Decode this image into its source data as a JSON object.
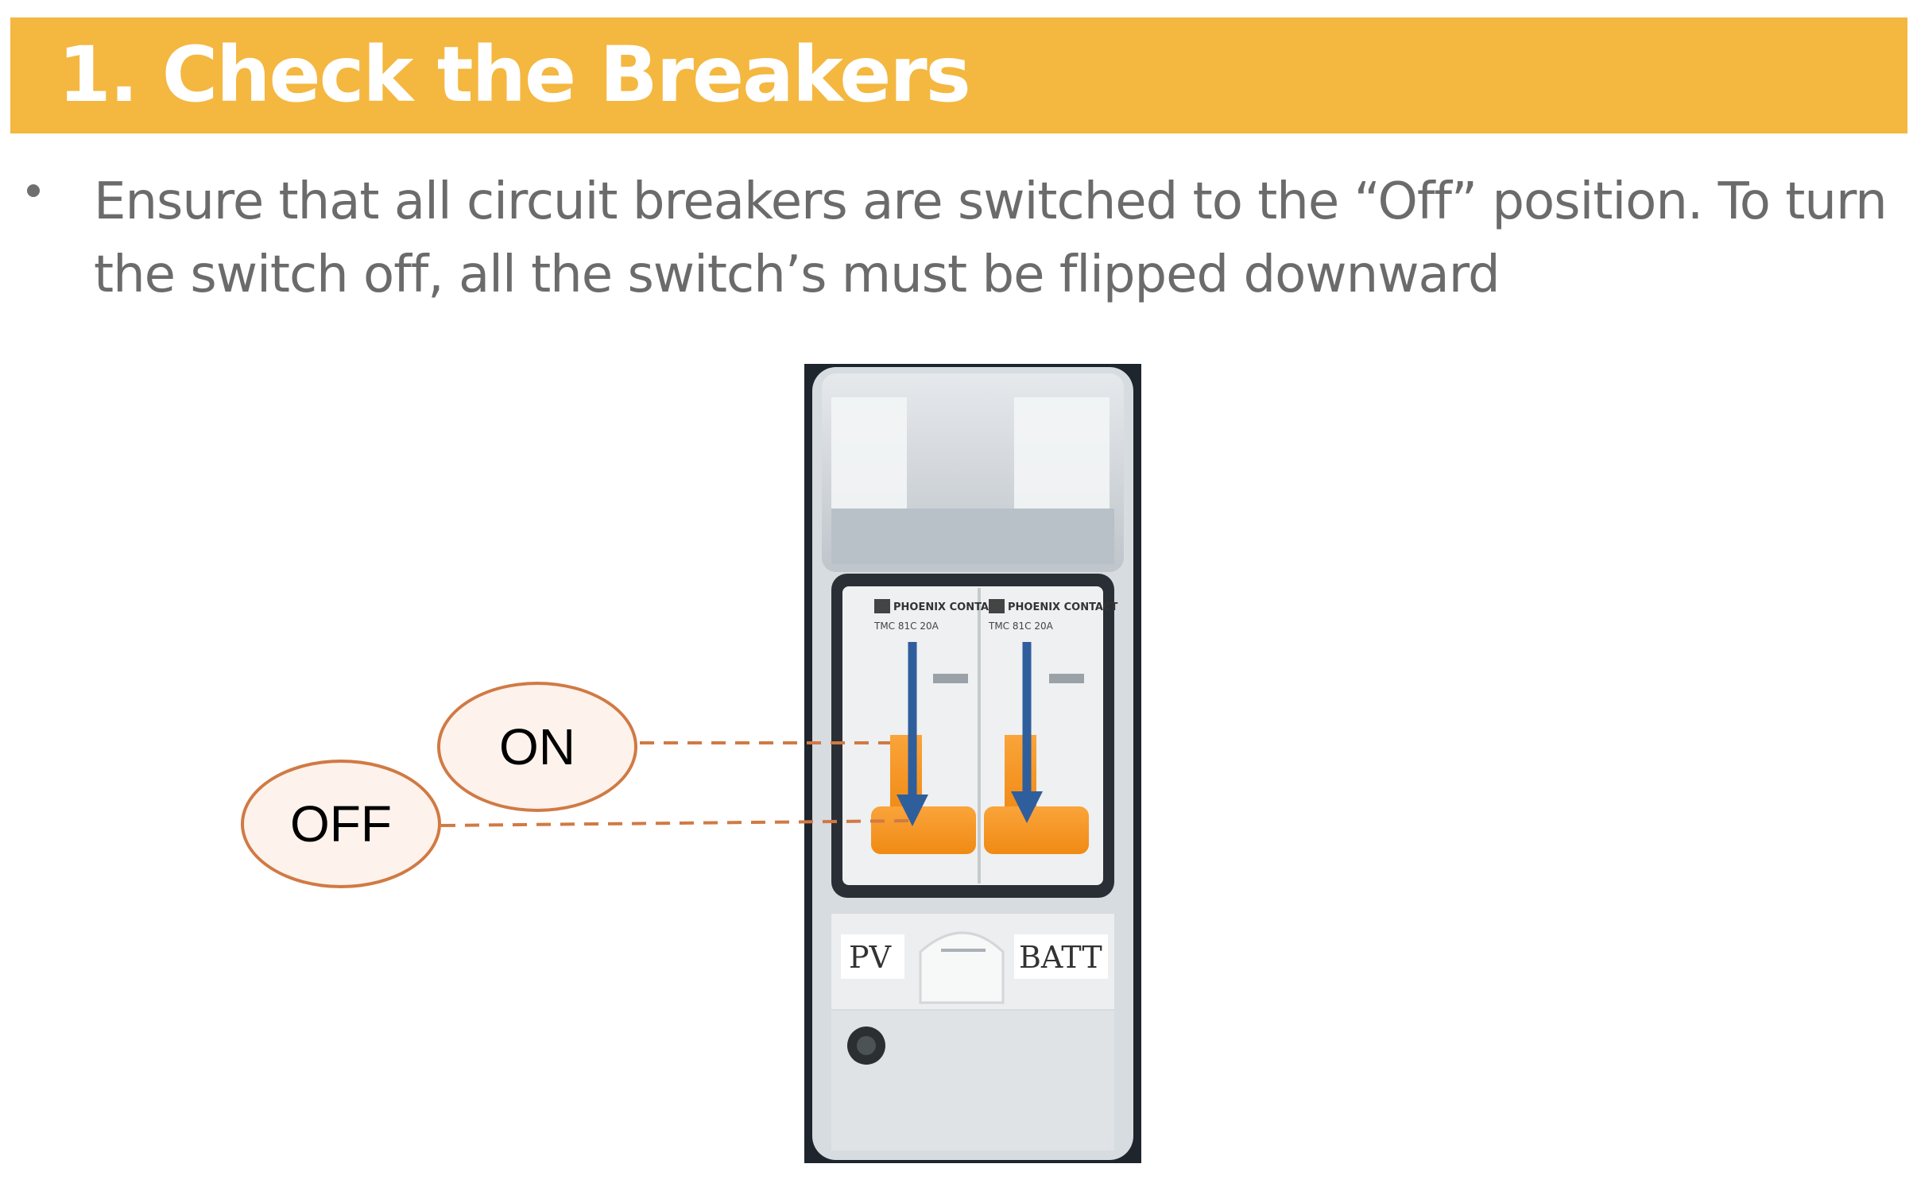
{
  "header": {
    "title": "1. Check the Breakers"
  },
  "instructions": [
    "Ensure that all circuit breakers are switched to the “Off” position. To turn the switch off, all the switch’s must be flipped downward"
  ],
  "photo": {
    "brand_text": "PHOENIX CONTACT",
    "breaker_model": "TMC 81C 20A",
    "left_label": "PV",
    "right_label": "BATT"
  },
  "callouts": {
    "on_label": "ON",
    "off_label": "OFF"
  },
  "colors": {
    "banner": "#F4B740",
    "callout_border": "#D07A44",
    "arrow": "#2F5E9C",
    "toggle": "#F5921E"
  }
}
